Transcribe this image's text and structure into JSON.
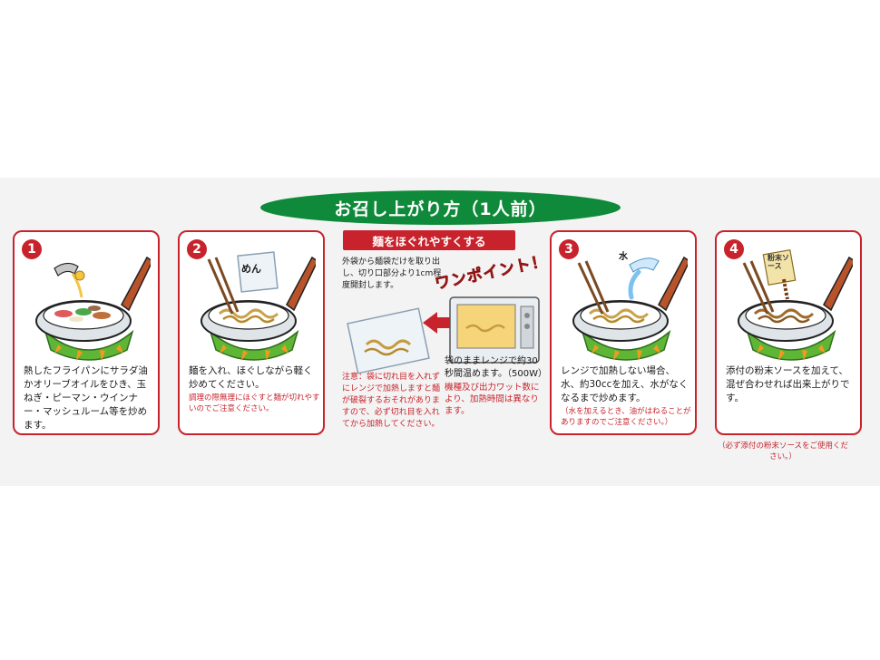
{
  "title": "お召し上がり方（1人前）",
  "steps": [
    {
      "number": "1",
      "text": "熱したフライパンにサラダ油かオリーブオイルをひき、玉ねぎ・ピーマン・ウインナー・マッシュルーム等を炒めます。"
    },
    {
      "number": "2",
      "bag_label": "めん",
      "text": "麺を入れ、ほぐしながら軽く炒めてください。",
      "note": "調理の際無理にほぐすと麺が切れやすいのでご注意ください。"
    },
    {
      "number": "3",
      "water_label": "水",
      "text": "レンジで加熱しない場合、水、約30ccを加え、水がなくなるまで炒めます。",
      "note": "（水を加えるとき、油がはねることがありますのでご注意ください。）"
    },
    {
      "number": "4",
      "packet_label": "粉末ソース",
      "text": "添付の粉末ソースを加えて、混ぜ合わせれば出来上がりです。",
      "note": "（必ず添付の粉末ソースをご使用ください。）"
    }
  ],
  "tip": {
    "banner": "麺をほぐれやすくする",
    "onepoint": "ワンポイント！",
    "open_text": "外袋から麺袋だけを取り出し、切り口部分より1cm程度開封します。",
    "caution": "注意：袋に切れ目を入れずにレンジで加熱しますと麺が破裂するおそれがありますので、必ず切れ目を入れてから加熱してください。",
    "microwave_text": "袋のままレンジで約30秒間温めます。（500W）",
    "microwave_note": "機種及び出力ワット数により、加熱時間は異なります。"
  },
  "colors": {
    "accent_red": "#c8232c",
    "title_green": "#0f8a3a",
    "burner_green": "#5fb536",
    "flame_orange": "#f39a1e"
  }
}
